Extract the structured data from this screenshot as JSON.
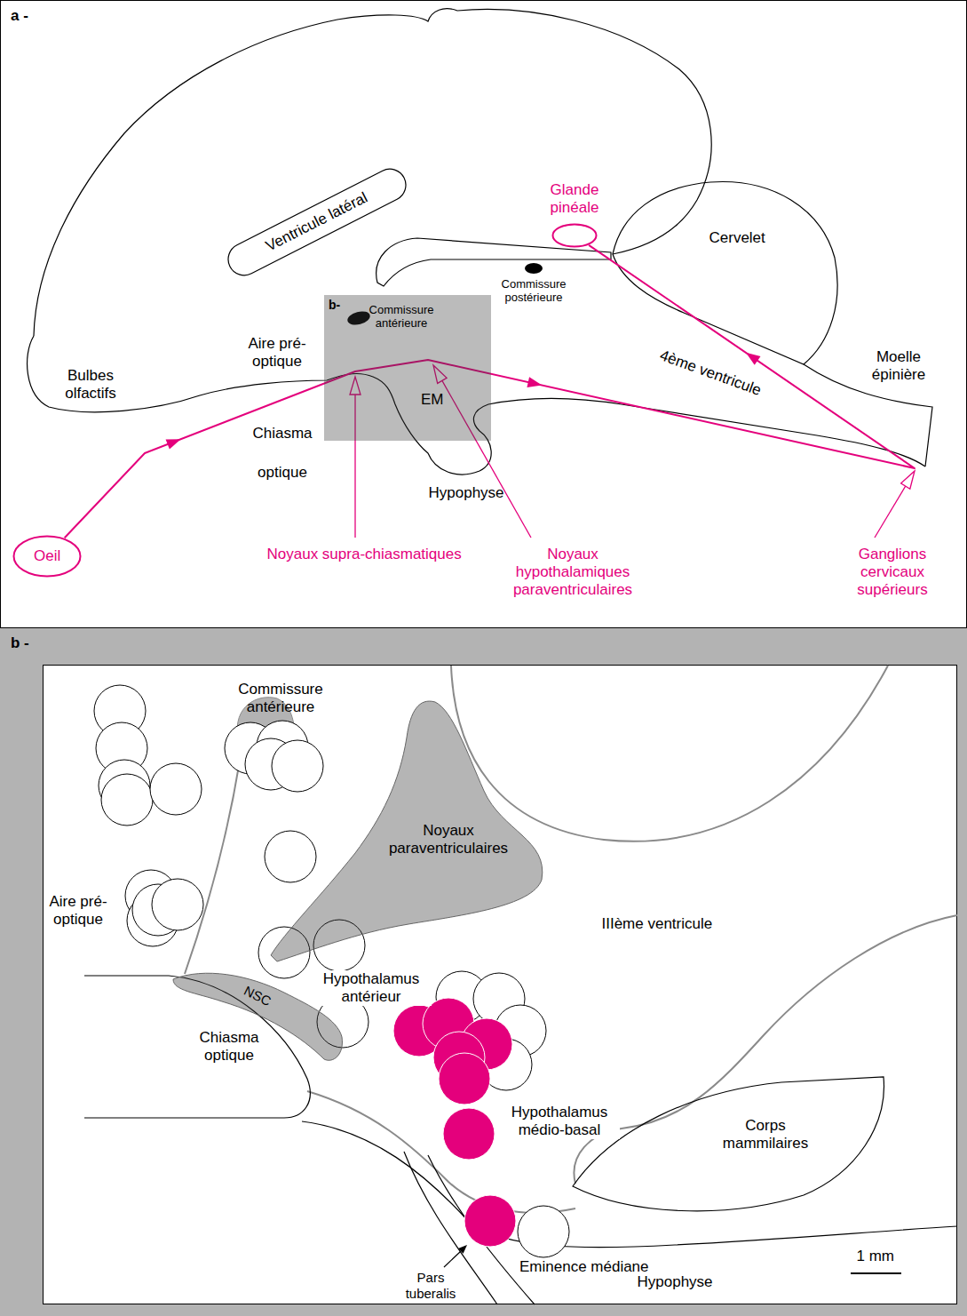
{
  "diagram": {
    "nodes": [
      {
        "text": [
          "a -"
        ]
      },
      {
        "text": [
          "Glande pinéale"
        ],
        "in": 0
      },
      {
        "text": [
          "b-"
        ],
        "in": 0
      },
      {
        "text": [
          "Oeil"
        ],
        "in": 0
      },
      {
        "text": [
          "b -"
        ]
      },
      {
        "text": [
          "Noyaux paraventriculaires"
        ],
        "in": 4
      },
      {
        "text": [
          "NSC"
        ],
        "in": 4
      }
    ],
    "edges": [
      {
        "from": 3,
        "to": 1,
        "arrow": "to"
      }
    ],
    "labels": [
      "Ventricule latéral",
      "Cervelet",
      "Commissure antérieure",
      "Commissure postérieure",
      "Aire pré- optique",
      "Bulbes olfactifs",
      "Moelle épinière",
      "4ème ventricule",
      "EM",
      "Chiasma optique",
      "Hypophyse",
      "Noyaux supra-chiasmatiques",
      "Noyaux hypothalamiques paraventriculaires",
      "Ganglions cervicaux supérieurs",
      "Commissure antérieure",
      "Aire pré- optique",
      "IIIème ventricule",
      "Hypothalamus antérieur",
      "Chiasma optique",
      "Hypothalamus médio-basal",
      "Corps mammilaires",
      "Eminence médiane",
      "Pars tuberalis",
      "Hypophyse",
      "1 mm"
    ]
  }
}
